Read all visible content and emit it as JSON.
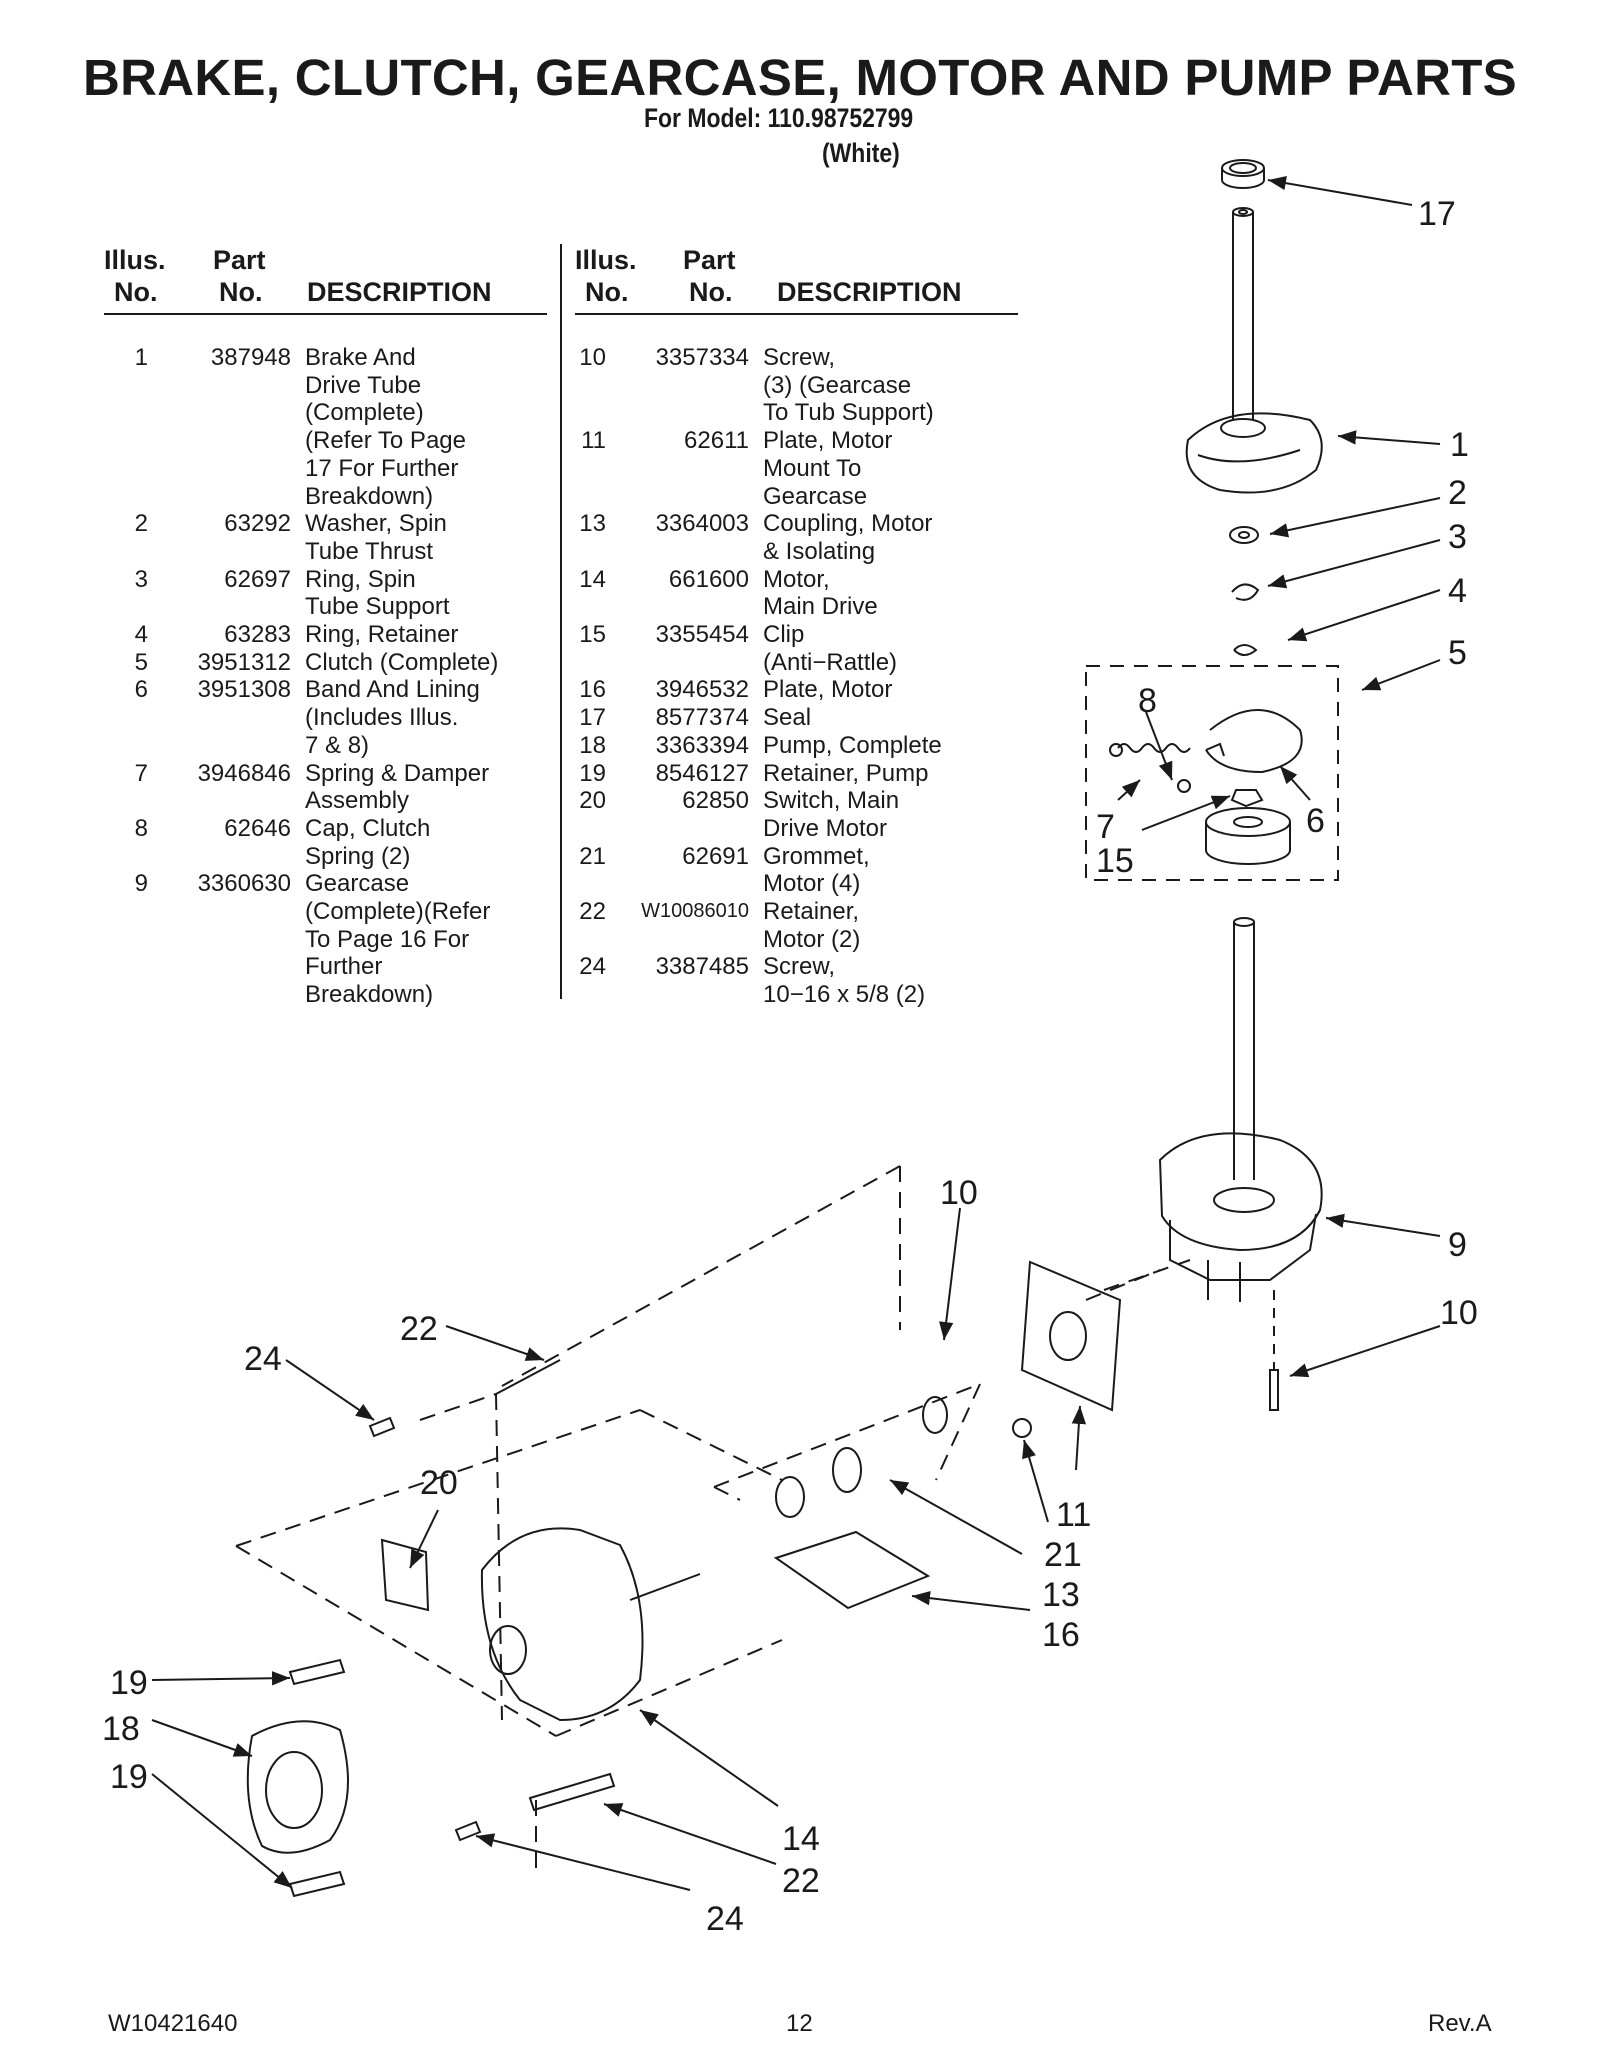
{
  "title": "BRAKE, CLUTCH, GEARCASE, MOTOR AND PUMP PARTS",
  "model_line": "For Model: 110.98752799",
  "color_line": "(White)",
  "table_headers": {
    "illus_top": "Illus.",
    "illus_bottom": "No.",
    "part_top": "Part",
    "part_bottom": "No.",
    "description": "DESCRIPTION"
  },
  "left_parts": [
    {
      "illus": "1",
      "part": "387948",
      "desc": "Brake And\nDrive Tube\n(Complete)\n(Refer To Page\n17 For Further\nBreakdown)"
    },
    {
      "illus": "2",
      "part": "63292",
      "desc": "Washer, Spin\nTube Thrust"
    },
    {
      "illus": "3",
      "part": "62697",
      "desc": "Ring, Spin\nTube Support"
    },
    {
      "illus": "4",
      "part": "63283",
      "desc": "Ring, Retainer"
    },
    {
      "illus": "5",
      "part": "3951312",
      "desc": "Clutch (Complete)"
    },
    {
      "illus": "6",
      "part": "3951308",
      "desc": "Band And Lining\n(Includes Illus.\n7 & 8)"
    },
    {
      "illus": "7",
      "part": "3946846",
      "desc": "Spring & Damper\nAssembly"
    },
    {
      "illus": "8",
      "part": "62646",
      "desc": "Cap, Clutch\nSpring (2)"
    },
    {
      "illus": "9",
      "part": "3360630",
      "desc": "Gearcase\n(Complete)(Refer\nTo Page 16 For\nFurther\nBreakdown)"
    }
  ],
  "right_parts": [
    {
      "illus": "10",
      "part": "3357334",
      "desc": "Screw,\n(3) (Gearcase\nTo Tub Support)"
    },
    {
      "illus": "11",
      "part": "62611",
      "desc": "Plate, Motor\nMount To\nGearcase"
    },
    {
      "illus": "13",
      "part": "3364003",
      "desc": "Coupling, Motor\n& Isolating"
    },
    {
      "illus": "14",
      "part": "661600",
      "desc": "Motor,\nMain Drive"
    },
    {
      "illus": "15",
      "part": "3355454",
      "desc": "Clip\n(Anti−Rattle)"
    },
    {
      "illus": "16",
      "part": "3946532",
      "desc": "Plate, Motor"
    },
    {
      "illus": "17",
      "part": "8577374",
      "desc": "Seal"
    },
    {
      "illus": "18",
      "part": "3363394",
      "desc": "Pump, Complete"
    },
    {
      "illus": "19",
      "part": "8546127",
      "desc": "Retainer, Pump"
    },
    {
      "illus": "20",
      "part": "62850",
      "desc": "Switch, Main\nDrive Motor"
    },
    {
      "illus": "21",
      "part": "62691",
      "desc": "Grommet,\nMotor (4)"
    },
    {
      "illus": "22",
      "part": "W10086010",
      "desc": "Retainer,\nMotor (2)"
    },
    {
      "illus": "24",
      "part": "3387485",
      "desc": "Screw,\n10−16 x 5/8 (2)"
    }
  ],
  "callouts": [
    "17",
    "1",
    "2",
    "3",
    "4",
    "5",
    "8",
    "7",
    "6",
    "15",
    "10",
    "9",
    "10",
    "22",
    "24",
    "20",
    "11",
    "21",
    "13",
    "16",
    "19",
    "18",
    "19",
    "14",
    "22",
    "24"
  ],
  "footer": {
    "doc_number": "W10421640",
    "page": "12",
    "revision": "Rev.A"
  }
}
